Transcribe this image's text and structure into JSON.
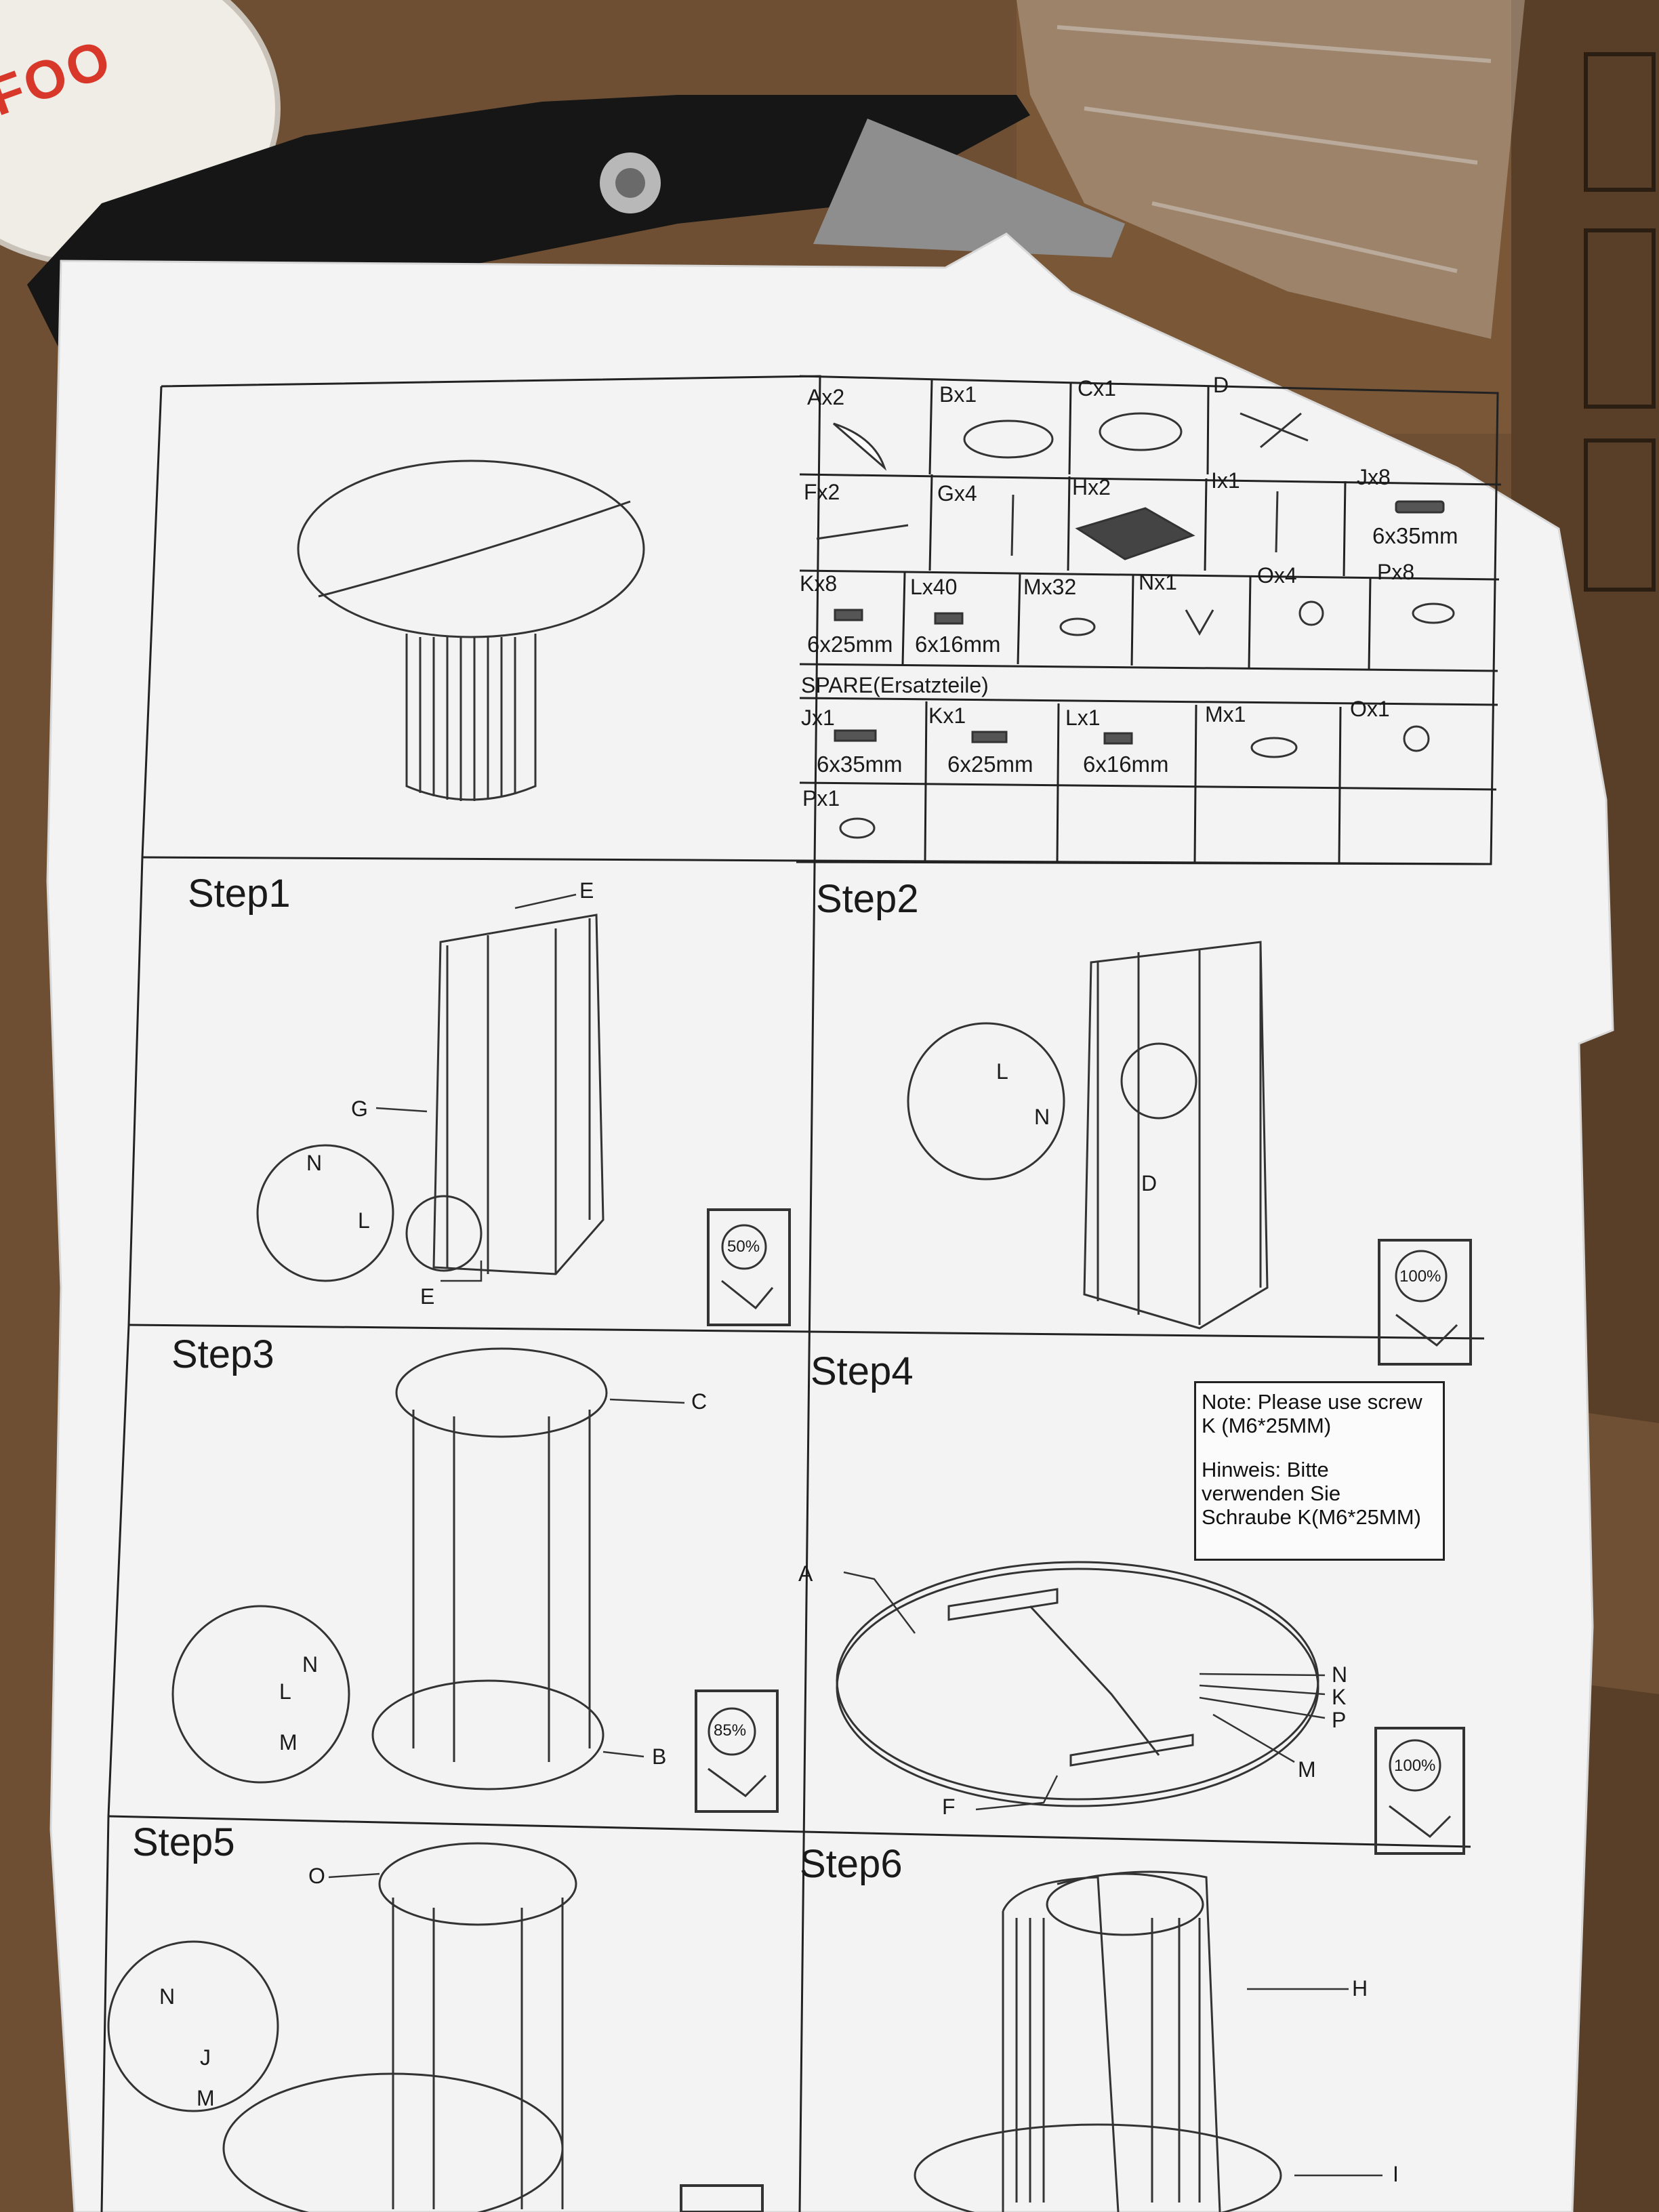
{
  "colors": {
    "cardboard": "#6e4f33",
    "paper": "#f3f3f4",
    "ink": "#1a1a1a",
    "knife_body": "#161616",
    "tape_red": "#d8382a"
  },
  "logo_fragment": "FOO",
  "parts": [
    {
      "label": "Ax2"
    },
    {
      "label": "Bx1"
    },
    {
      "label": "Cx1"
    },
    {
      "label": "D"
    },
    {
      "label": "Fx2"
    },
    {
      "label": "Gx4"
    },
    {
      "label": "Hx2"
    },
    {
      "label": "Ix1"
    },
    {
      "label": "Jx8",
      "size": "6x35mm"
    },
    {
      "label": "Kx8",
      "size": "6x25mm"
    },
    {
      "label": "Lx40",
      "size": "6x16mm"
    },
    {
      "label": "Mx32"
    },
    {
      "label": "Nx1"
    },
    {
      "label": "Ox4"
    },
    {
      "label": "Px8"
    }
  ],
  "spare_header": "SPARE(Ersatzteile)",
  "spares": [
    {
      "label": "Jx1",
      "size": "6x35mm"
    },
    {
      "label": "Kx1",
      "size": "6x25mm"
    },
    {
      "label": "Lx1",
      "size": "6x16mm"
    },
    {
      "label": "Mx1"
    },
    {
      "label": "Ox1"
    },
    {
      "label": "Px1"
    }
  ],
  "steps": [
    "Step1",
    "Step2",
    "Step3",
    "Step4",
    "Step5",
    "Step6"
  ],
  "callouts": {
    "s1": [
      "E",
      "G",
      "N",
      "L",
      "E"
    ],
    "s2": [
      "L",
      "N",
      "D"
    ],
    "s3": [
      "C",
      "N",
      "L",
      "M",
      "B"
    ],
    "s4": [
      "A",
      "N",
      "K",
      "P",
      "M",
      "F"
    ],
    "s5": [
      "O",
      "N",
      "J",
      "M"
    ],
    "s6": [
      "H",
      "I"
    ]
  },
  "tighten": [
    "50%",
    "100%",
    "85%",
    "100%"
  ],
  "note": {
    "line1": "Note: Please use screw",
    "line2": "K (M6*25MM)",
    "line3": "Hinweis: Bitte",
    "line4": "verwenden Sie",
    "line5": "Schraube K(M6*25MM)"
  }
}
